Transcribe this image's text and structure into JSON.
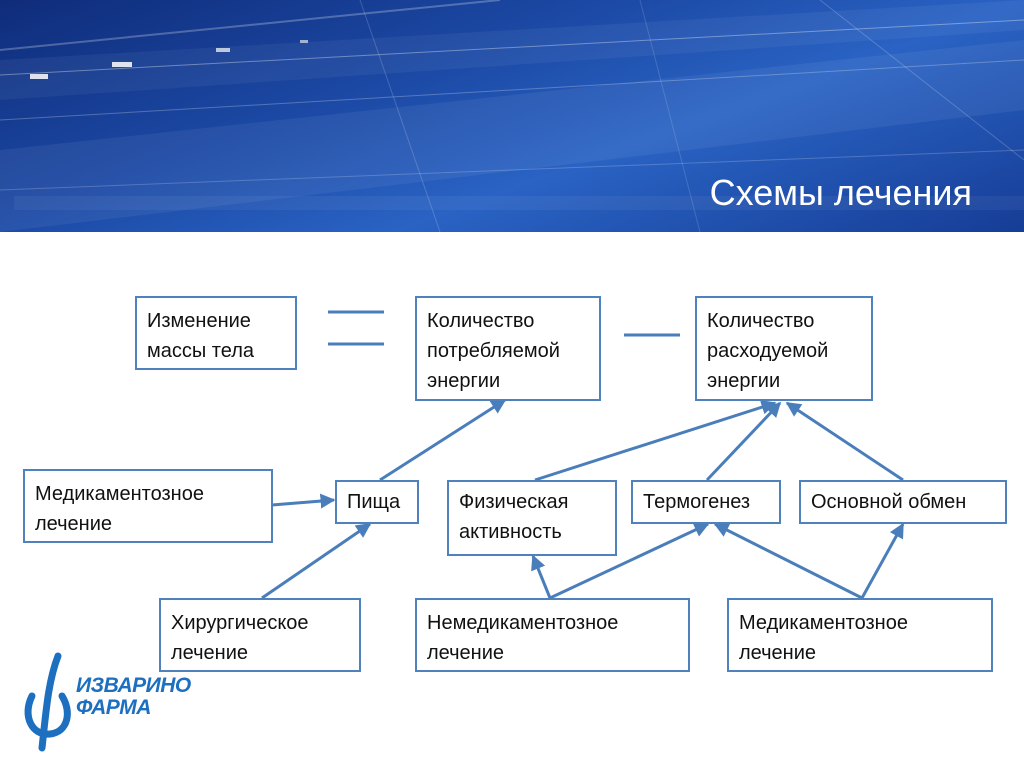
{
  "slide": {
    "title": "Схемы лечения"
  },
  "diagram": {
    "weight_change": [
      "Изменение",
      "массы тела"
    ],
    "energy_intake": [
      "Количество",
      "потребляемой",
      "энергии"
    ],
    "energy_expenditure": [
      "Количество",
      "расходуемой",
      "энергии"
    ],
    "drug_treatment_left": [
      "Медикаментозное",
      "лечение"
    ],
    "food": [
      "Пища"
    ],
    "physical_activity": [
      "Физическая",
      "активность"
    ],
    "thermogenesis": [
      "Термогенез"
    ],
    "basal_metabolism": [
      "Основной обмен"
    ],
    "surgical_treatment": [
      "Хирургическое",
      "лечение"
    ],
    "non_drug_treatment": [
      "Немедикаментозное",
      "лечение"
    ],
    "drug_treatment_right": [
      "Медикаментозное",
      "лечение"
    ]
  },
  "logo": {
    "line1": "ИЗВАРИНО",
    "line2": "ФАРМА"
  },
  "colors": {
    "accent": "#4f81bd",
    "arrow": "#4a7ebb",
    "banner": "#1c4aa6",
    "logo": "#1d6fbf"
  }
}
